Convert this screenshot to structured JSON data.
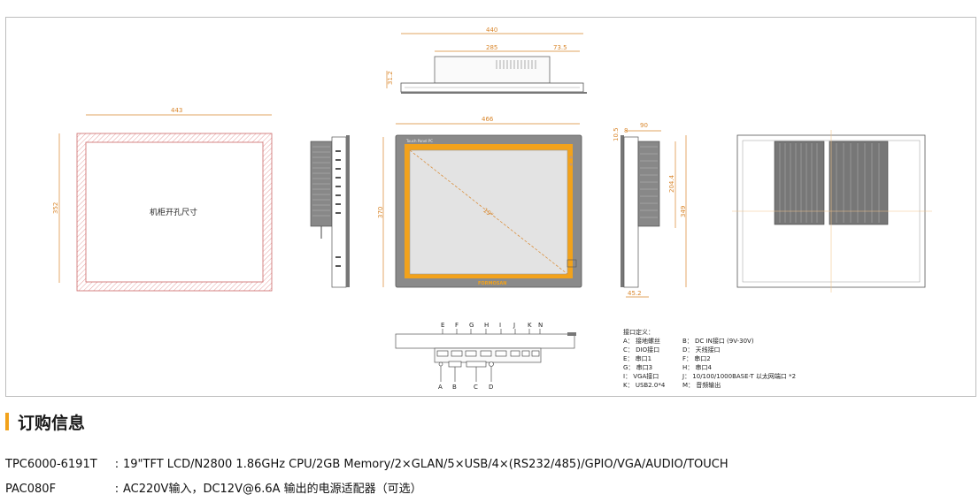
{
  "drawing": {
    "dimensions": {
      "top_width": "440",
      "top_inner": "285",
      "top_offset": "73.5",
      "top_height": "31.2",
      "cutout_width": "443",
      "cutout_height": "352",
      "front_width": "466",
      "front_height": "370",
      "diagonal": "19\"",
      "side_depth": "90",
      "side_bezel": "10.5",
      "side_offset": "8",
      "side_inner": "204.4",
      "side_height": "349",
      "side_bottom": "45.2"
    },
    "cutout_label": "机柜开孔尺寸",
    "front_brand_small": "Touch Panel PC",
    "front_logo": "FORMOSAN",
    "port_letters_top": [
      "E",
      "F",
      "G",
      "H",
      "I",
      "J",
      "K",
      "N"
    ],
    "port_letters_bottom": [
      "A",
      "B",
      "C",
      "D"
    ],
    "port_definitions": {
      "title": "接口定义：",
      "items": [
        {
          "left": "A： 接地螺丝",
          "right": "B： DC IN接口 (9V-30V)"
        },
        {
          "left": "C： DIO接口",
          "right": "D： 天线接口"
        },
        {
          "left": "E： 串口1",
          "right": "F： 串口2"
        },
        {
          "left": "G： 串口3",
          "right": "H： 串口4"
        },
        {
          "left": "I： VGA接口",
          "right": "J： 10/100/1000BASE-T 以太网端口 *2"
        },
        {
          "left": "K： USB2.0*4",
          "right": "M： 音频输出"
        }
      ]
    }
  },
  "ordering": {
    "title": "订购信息",
    "rows": [
      {
        "model": "TPC6000-6191T",
        "sep": ":",
        "desc": "19\"TFT LCD/N2800 1.86GHz  CPU/2GB Memory/2×GLAN/5×USB/4×(RS232/485)/GPIO/VGA/AUDIO/TOUCH"
      },
      {
        "model": "PAC080F",
        "sep": ":",
        "desc": "AC220V输入，DC12V@6.6A 输出的电源适配器（可选）"
      }
    ]
  },
  "colors": {
    "accent": "#f2a21b",
    "dimension": "#d9862b",
    "bezel": "#8a8a8a",
    "screen": "#e3e3e3"
  }
}
